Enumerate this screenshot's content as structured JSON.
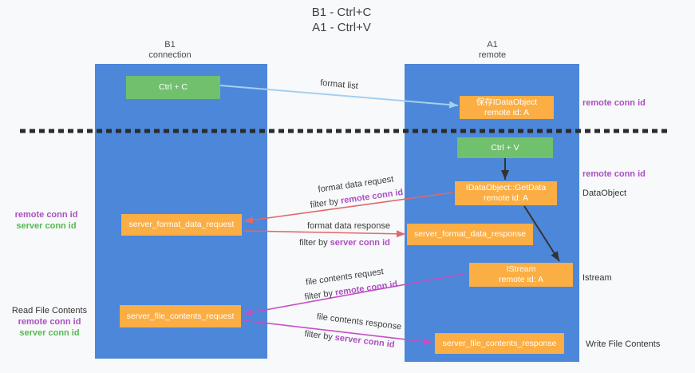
{
  "title": {
    "line1": "B1 - Ctrl+C",
    "line2": "A1 - Ctrl+V"
  },
  "columns": {
    "left": {
      "name": "B1",
      "subtitle": "connection"
    },
    "right": {
      "name": "A1",
      "subtitle": "remote"
    }
  },
  "boxes": {
    "ctrl_c": {
      "label": "Ctrl + C"
    },
    "ctrl_v": {
      "label": "Ctrl + V"
    },
    "save_dataobject": {
      "line1": "保存IDataObject",
      "line2": "remote id: A"
    },
    "getdata": {
      "line1": "IDataObject::GetData",
      "line2": "remote id: A"
    },
    "istream": {
      "line1": "IStream",
      "line2": "remote id: A"
    },
    "format_request": {
      "label": "server_format_data_request"
    },
    "format_response": {
      "label": "server_format_data_response"
    },
    "file_request": {
      "label": "server_file_contents_request"
    },
    "file_response": {
      "label": "server_file_contents_response"
    }
  },
  "flow_labels": {
    "format_list": "format list",
    "format_data_request": {
      "line": "format data request",
      "filter_prefix": "filter by",
      "filter_key": "remote conn id"
    },
    "format_data_response": {
      "line": "format data response",
      "filter_prefix": "filter by",
      "filter_key": "server conn id"
    },
    "file_contents_request": {
      "line": "file contents request",
      "filter_prefix": "filter by",
      "filter_key": "remote conn id"
    },
    "file_contents_response": {
      "line": "file contents response",
      "filter_prefix": "filter by",
      "filter_key": "server conn id"
    }
  },
  "side_labels": {
    "remote_conn_id_right_top": "remote conn id",
    "remote_conn_id_right_mid": "remote conn id",
    "dataobject": "DataObject",
    "istream": "Istream",
    "write_file_contents": "Write File Contents",
    "read_file_contents": "Read File Contents",
    "remote_conn_id_left_top": "remote conn id",
    "server_conn_id_left_top": "server conn id",
    "remote_conn_id_left_bottom": "remote conn id",
    "server_conn_id_left_bottom": "server conn id"
  },
  "colors": {
    "background": "#f8f9fa",
    "lane_blue": "#4c87d9",
    "box_green": "#71c06e",
    "box_orange": "#fbae44",
    "arrow_lightblue": "#a5cfed",
    "arrow_red": "#e0696a",
    "arrow_magenta": "#c44fc4",
    "arrow_black": "#333333",
    "text_purple": "#aa4fc0",
    "text_green": "#53b953",
    "dashed_line": "#2b2b2b",
    "text_dark": "#3f3f3f"
  }
}
